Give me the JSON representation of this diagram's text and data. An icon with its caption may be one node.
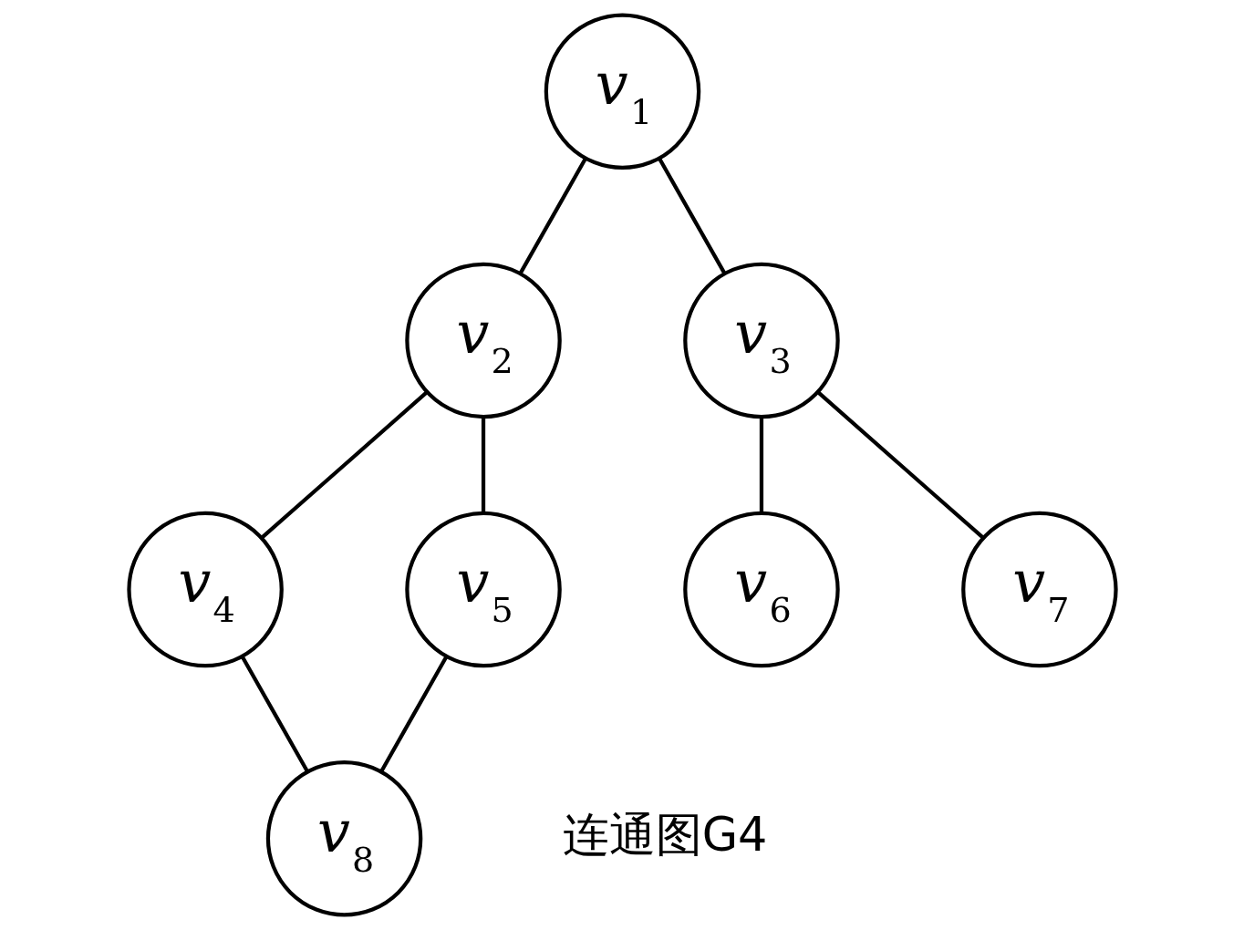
{
  "diagram": {
    "nodes": [
      {
        "text": [
          "v$_{1}$"
        ]
      },
      {
        "text": [
          "v$_{2}$"
        ]
      },
      {
        "text": [
          "v$_{3}$"
        ]
      },
      {
        "text": [
          "v$_{4}$"
        ]
      },
      {
        "text": [
          "v$_{5}$"
        ]
      },
      {
        "text": [
          "v$_{6}$"
        ]
      },
      {
        "text": [
          "v$_{7}$"
        ]
      },
      {
        "text": [
          "v$_{8}$"
        ]
      }
    ],
    "edges": [
      {
        "from": 0,
        "to": 1,
        "arrow": "none"
      },
      {
        "from": 0,
        "to": 2,
        "arrow": "none"
      },
      {
        "from": 1,
        "to": 3,
        "arrow": "none"
      },
      {
        "from": 1,
        "to": 4,
        "arrow": "none"
      },
      {
        "from": 2,
        "to": 5,
        "arrow": "none"
      },
      {
        "from": 2,
        "to": 6,
        "arrow": "none"
      },
      {
        "from": 3,
        "to": 7,
        "arrow": "none"
      },
      {
        "from": 4,
        "to": 7,
        "arrow": "none"
      }
    ],
    "labels": [
      "连通图G4"
    ]
  }
}
